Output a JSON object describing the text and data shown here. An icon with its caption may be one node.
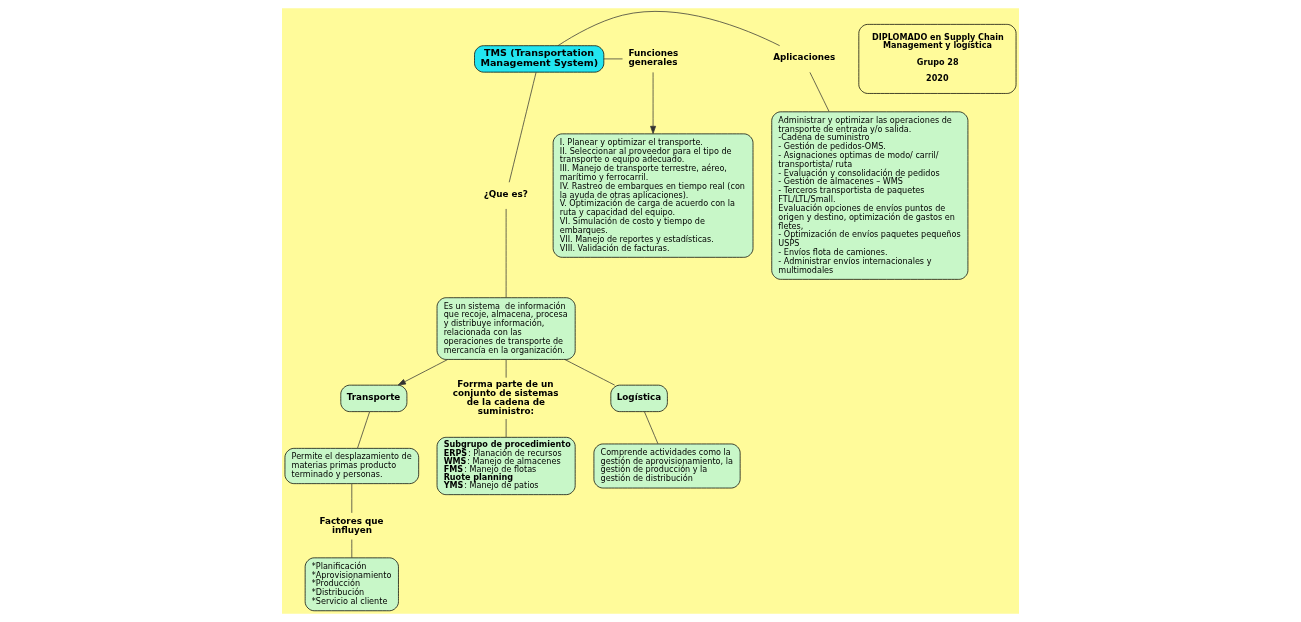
{
  "diagram": {
    "nodes": [
      {
        "text": [
          "TMS (Transportation Management System)"
        ]
      },
      {
        "text": [
          "Aplicaciones"
        ]
      },
      {
        "text": [
          "Administrar y optimizar las operaciones de transporte de entrada y/o salida.",
          "-Cadena de suministro",
          "- Gestión de pedidos-OMS.",
          "- Asignaciones optimas de modo/ carril/ transportista/ ruta",
          "- Evaluación y consolidación de pedidos",
          "- Gestión de almacenes – WMS",
          "- Terceros transportista de paquetes FTL/LTL/Small.",
          "Evaluación opciones de envíos puntos de origen y destino, optimización de gastos en fletes,",
          "- Optimización de envíos paquetes pequeños USPS",
          "- Envíos flota de camiones.",
          "- Administrar envíos internacionales y multimodales"
        ]
      },
      {
        "text": [
          "Funciones generales"
        ]
      },
      {
        "text": [
          "I. Planear y optimizar el transporte.",
          "II. Seleccionar al proveedor para el tipo de transporte o equipo adecuado.",
          "III. Manejo de transporte terrestre, aéreo, marítimo y ferrocarril.",
          "IV. Rastreo de embarques en tiempo real (con la ayuda de otras aplicaciones).",
          "V. Optimización de carga de acuerdo con la ruta y capacidad del equipo.",
          "VI. Simulación de costo y tiempo de embarques.",
          "VII. Manejo de reportes y estadísticas.",
          "VIII. Validación de facturas."
        ]
      },
      {
        "text": [
          "¿Que es?"
        ]
      },
      {
        "text": [
          "Es un sistema  de información que recoje, almacena, procesa y distribuye información, relacionada con las operaciones de transporte de mercancía en la organización."
        ]
      },
      {
        "text": [
          "Transporte"
        ]
      },
      {
        "text": [
          "Permite el desplazamiento de materias primas producto terminado y personas."
        ]
      },
      {
        "text": [
          "Factores que influyen"
        ]
      },
      {
        "text": [
          "*Planificación",
          "*Aprovisionamiento",
          "*Producción",
          "*Distribución",
          "*Servicio al cliente"
        ]
      },
      {
        "text": [
          "Forrma parte de un conjunto de sistemas de la cadena de suministro:"
        ]
      },
      {
        "text": [
          "**Subgrupo de procedimiento**",
          "**ERPS**: Planación de recursos",
          "**WMS**: Manejo de almacenes",
          "**FMS**: Manejo de flotas",
          "**Ruote planning**",
          "**YMS**: Manejo de patios"
        ]
      },
      {
        "text": [
          "Logística"
        ]
      },
      {
        "text": [
          "Comprende actividades como la gestión de aprovisionamiento, la gestión de producción y la gestión de distribución"
        ]
      },
      {
        "text": [
          "DIPLOMADO en Supply Chain Management y logística",
          "Grupo 28",
          "2020"
        ]
      }
    ],
    "edges": [
      {
        "from": 0,
        "to": 1,
        "arrow": "none"
      },
      {
        "from": 1,
        "to": 2,
        "arrow": "none"
      },
      {
        "from": 0,
        "to": 3,
        "arrow": "none"
      },
      {
        "from": 3,
        "to": 4,
        "arrow": "to"
      },
      {
        "from": 0,
        "to": 5,
        "arrow": "none"
      },
      {
        "from": 5,
        "to": 6,
        "arrow": "none"
      },
      {
        "from": 6,
        "to": 7,
        "arrow": "to"
      },
      {
        "from": 7,
        "to": 8,
        "arrow": "none"
      },
      {
        "from": 8,
        "to": 9,
        "arrow": "none"
      },
      {
        "from": 9,
        "to": 10,
        "arrow": "none"
      },
      {
        "from": 6,
        "to": 11,
        "arrow": "none"
      },
      {
        "from": 11,
        "to": 12,
        "arrow": "none"
      },
      {
        "from": 6,
        "to": 13,
        "arrow": "none"
      },
      {
        "from": 13,
        "to": 14,
        "arrow": "none"
      }
    ]
  }
}
